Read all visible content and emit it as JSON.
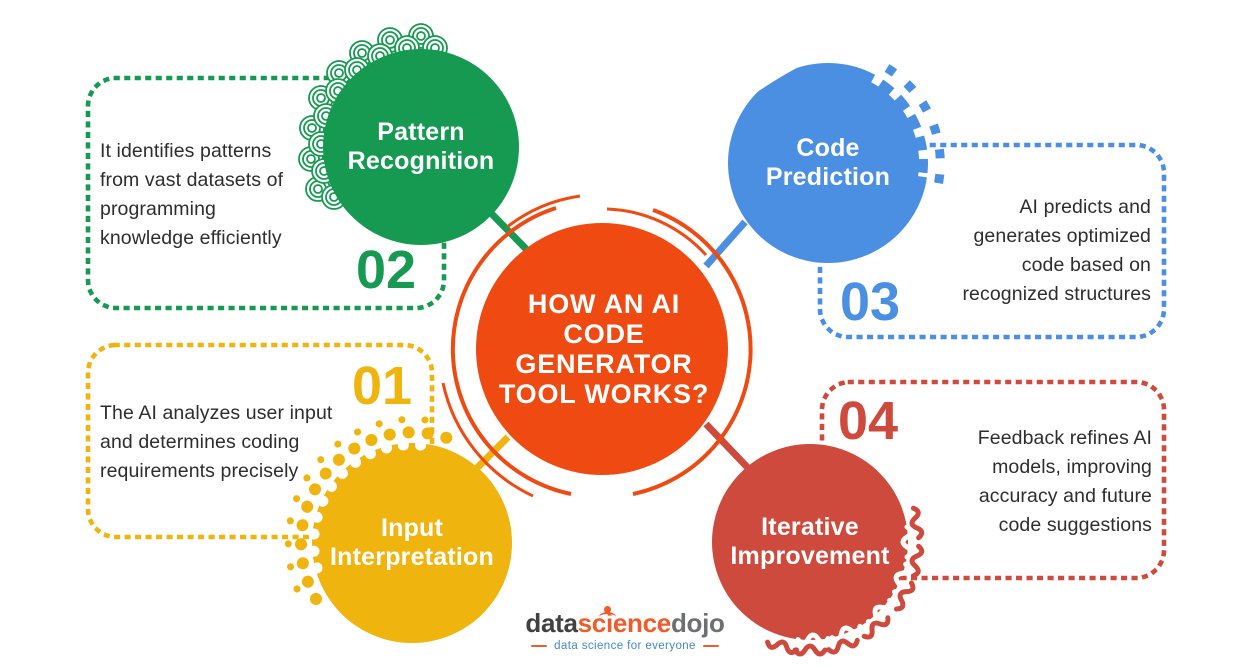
{
  "title": {
    "full": "HOW AN AI CODE GENERATOR TOOL WORKS?",
    "lines": [
      "HOW AN AI",
      "CODE",
      "GENERATOR",
      "TOOL WORKS?"
    ],
    "color": "#ee4a12"
  },
  "steps": [
    {
      "number": "01",
      "label": "Input Interpretation",
      "description": "The AI analyzes user input and determines coding requirements precisely",
      "color": "#f0b40e"
    },
    {
      "number": "02",
      "label": "Pattern Recognition",
      "description": "It identifies patterns from vast datasets of programming knowledge efficiently",
      "color": "#169a52"
    },
    {
      "number": "03",
      "label": "Code Prediction",
      "description": "AI predicts and generates optimized code based on recognized structures",
      "color": "#4b8fe2"
    },
    {
      "number": "04",
      "label": "Iterative Improvement",
      "description": "Feedback refines AI models, improving accuracy and future code suggestions",
      "color": "#cd4a3c"
    }
  ],
  "footer": {
    "logo_data": "data",
    "logo_science": "science",
    "logo_dojo": "dojo",
    "tagline": "data science for everyone"
  }
}
